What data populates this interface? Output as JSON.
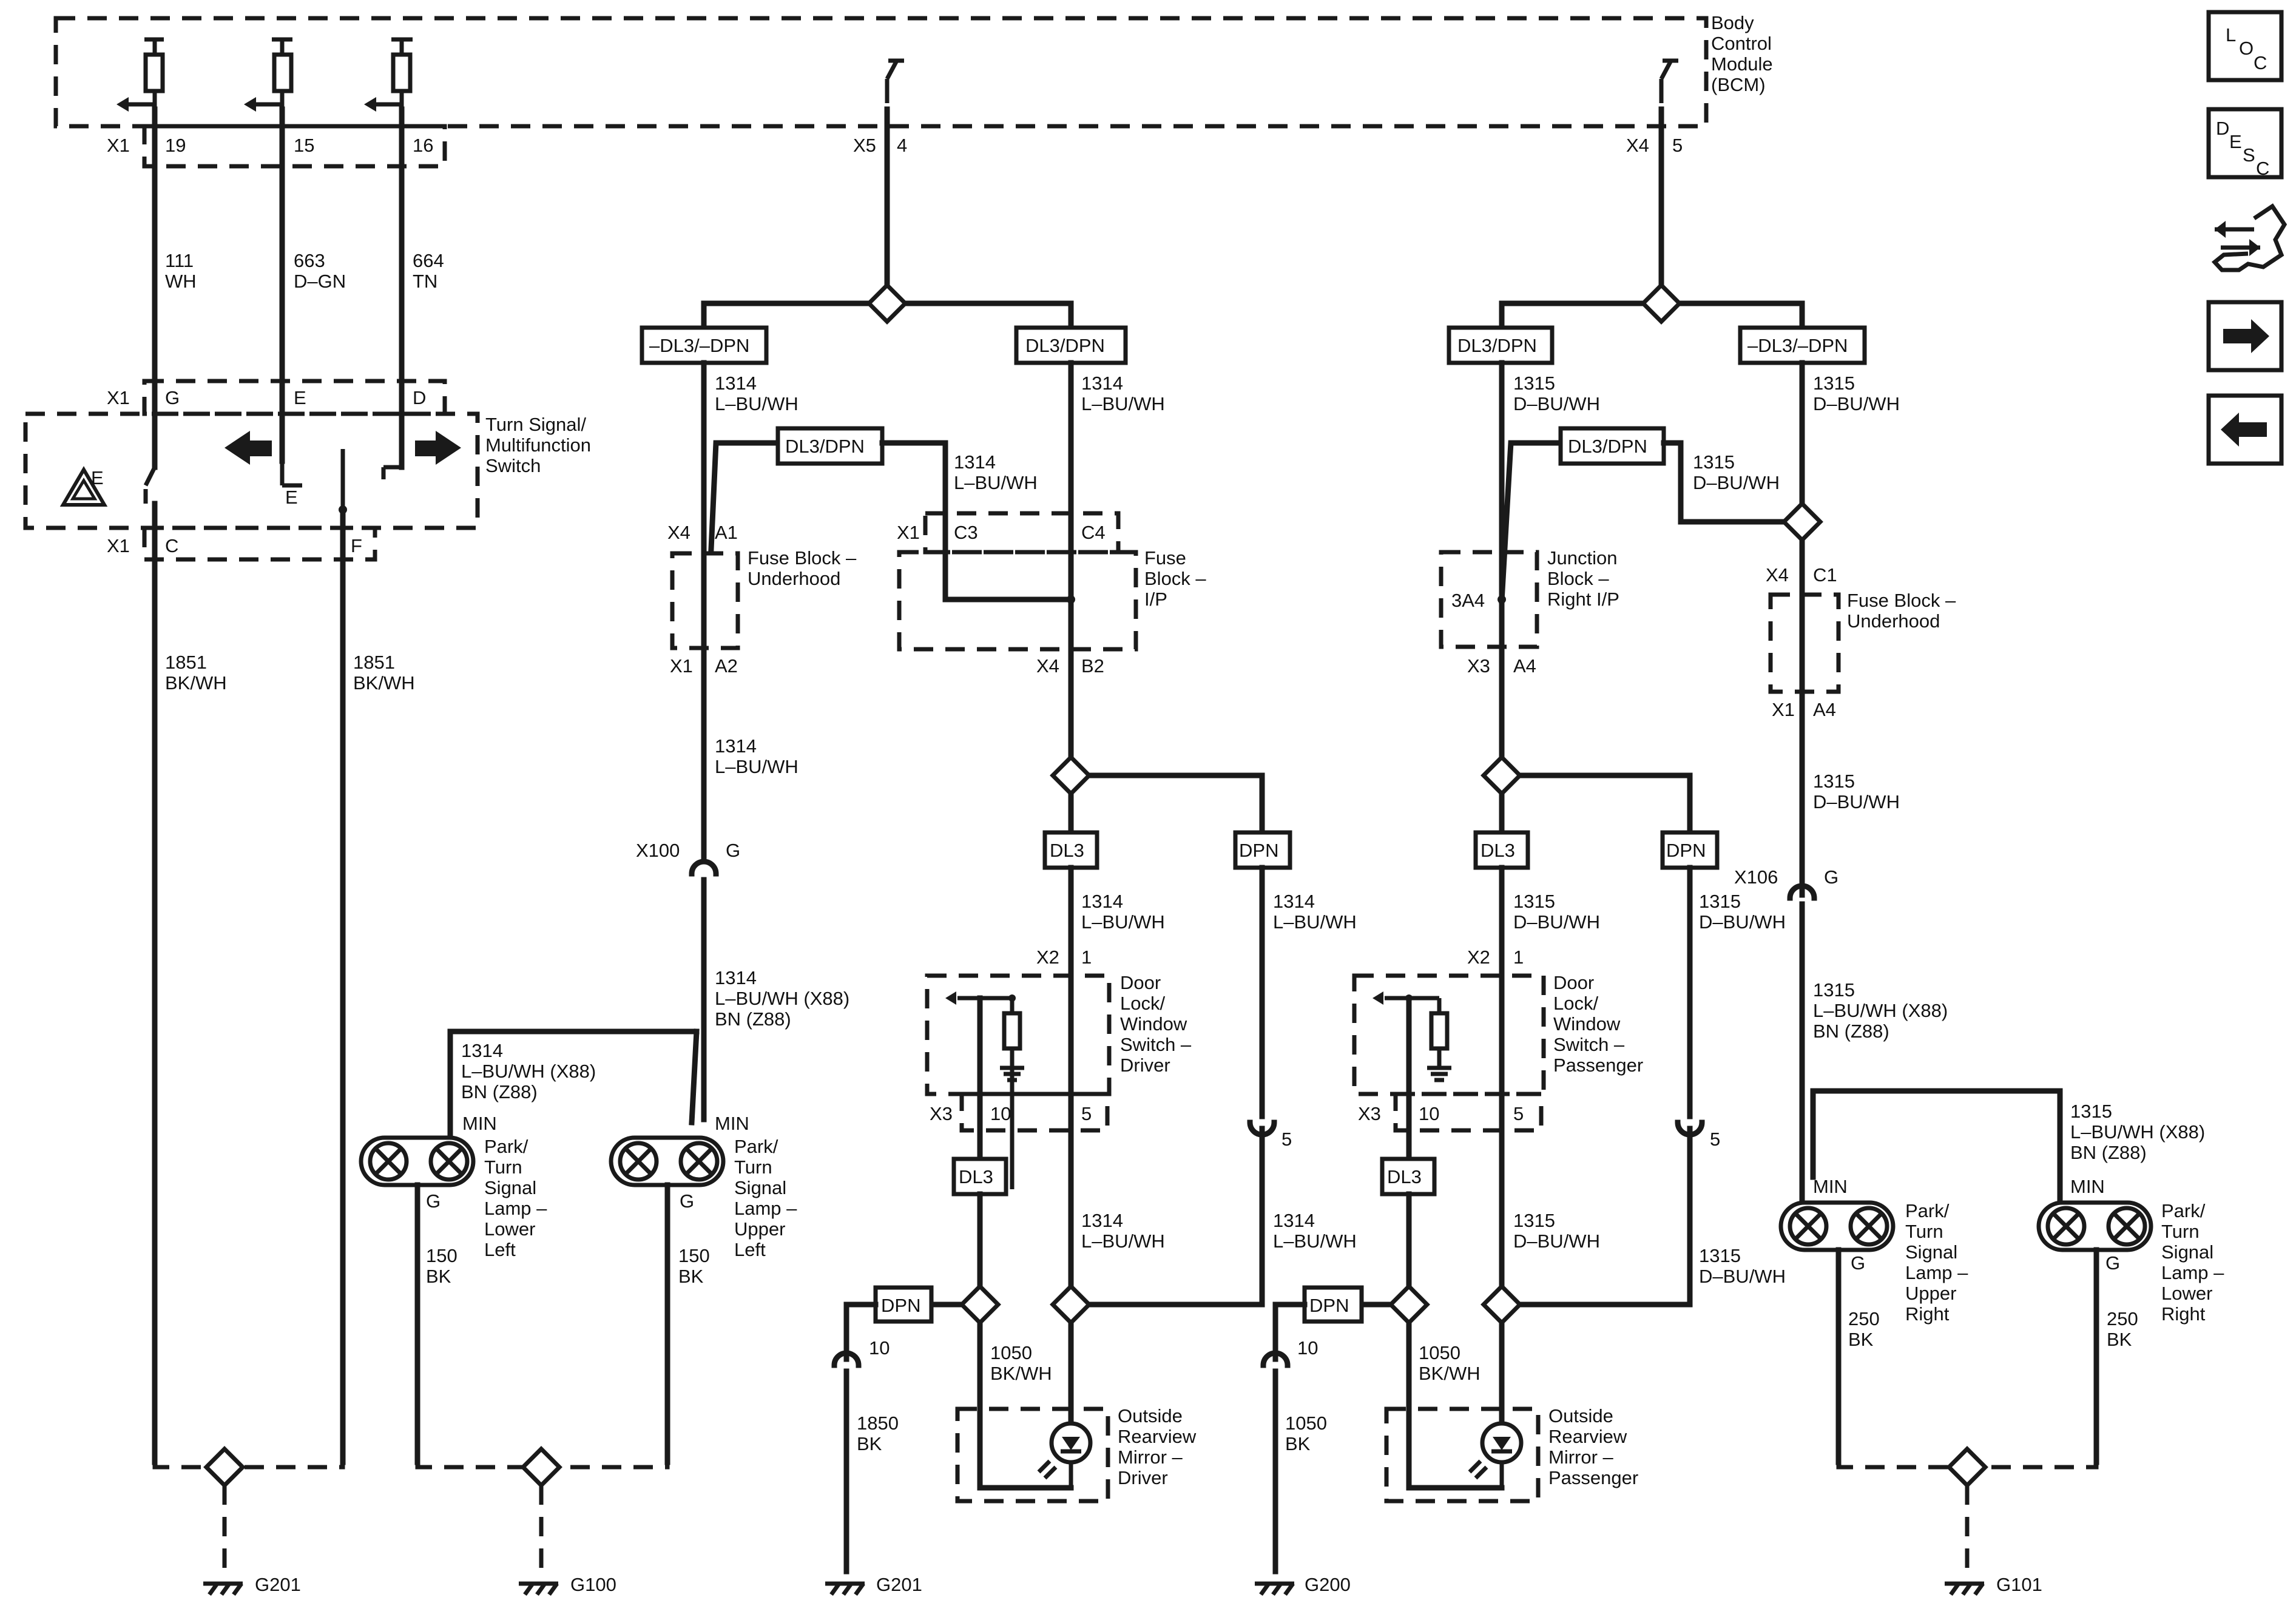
{
  "bcm": {
    "label_lines": [
      "Body",
      "Control",
      "Module",
      "(BCM)"
    ]
  },
  "bcm_pins": {
    "x1": "X1",
    "p19": "19",
    "p15": "15",
    "p16": "16",
    "x5": "X5",
    "p4": "4",
    "x4": "X4",
    "p5": "5"
  },
  "wires_top": {
    "w111": "111",
    "wh": "WH",
    "w663": "663",
    "dgn": "D–GN",
    "w664": "664",
    "tn": "TN"
  },
  "turn_switch": {
    "x1_top": "X1",
    "pin_g": "G",
    "pin_e": "E",
    "pin_d": "D",
    "x1_bot": "X1",
    "pin_c": "C",
    "pin_f": "F",
    "label_lines": [
      "Turn Signal/",
      "Multifunction",
      "Switch"
    ]
  },
  "left_ground": {
    "w1851a": "1851",
    "bkwh_a": "BK/WH",
    "w1851b": "1851",
    "bkwh_b": "BK/WH",
    "g201": "G201"
  },
  "option_boxes": {
    "neg_dl3_dpn": "–DL3/–DPN",
    "dl3_dpn": "DL3/DPN",
    "dl3": "DL3",
    "dpn": "DPN"
  },
  "driver_side": {
    "w1314": "1314",
    "lbuwh": "L–BU/WH",
    "x4": "X4",
    "a1": "A1",
    "x1": "X1",
    "a2": "A2",
    "fuse_underhood": [
      "Fuse Block –",
      "Underhood"
    ],
    "x1_ip": "X1",
    "c3": "C3",
    "c4": "C4",
    "fuse_ip": [
      "Fuse",
      "Block –",
      "I/P"
    ],
    "x4_b": "X4",
    "b2": "B2",
    "x100": "X100",
    "g": "G",
    "w1314_x88": "L–BU/WH (X88)",
    "bn_z88": "BN (Z88)",
    "min": "MIN",
    "pin_g": "G",
    "lamp_upper_left": [
      "Park/",
      "Turn",
      "Signal",
      "Lamp –",
      "Upper",
      "Left"
    ],
    "lamp_lower_left": [
      "Park/",
      "Turn",
      "Signal",
      "Lamp –",
      "Lower",
      "Left"
    ],
    "w150": "150",
    "bk": "BK",
    "g100": "G100",
    "x2": "X2",
    "p1": "1",
    "x3": "X3",
    "p10": "10",
    "p5": "5",
    "door_switch": [
      "Door",
      "Lock/",
      "Window",
      "Switch –",
      "Driver"
    ],
    "w1050": "1050",
    "bkwh": "BK/WH",
    "mirror": [
      "Outside",
      "Rearview",
      "Mirror –",
      "Driver"
    ],
    "w1850": "1850",
    "g201": "G201"
  },
  "passenger_side": {
    "w1315": "1315",
    "dbuwh": "D–BU/WH",
    "junction": [
      "Junction",
      "Block –",
      "Right I/P"
    ],
    "j3a4": "3A4",
    "x3": "X3",
    "a4": "A4",
    "x4": "X4",
    "c1": "C1",
    "x1": "X1",
    "fuse_underhood": [
      "Fuse Block –",
      "Underhood"
    ],
    "x106": "X106",
    "g": "G",
    "lbuwh_x88": "L–BU/WH (X88)",
    "bn_z88": "BN (Z88)",
    "x2": "X2",
    "p1": "1",
    "p10": "10",
    "p5": "5",
    "door_switch": [
      "Door",
      "Lock/",
      "Window",
      "Switch –",
      "Passenger"
    ],
    "w1050": "1050",
    "bkwh": "BK/WH",
    "mirror": [
      "Outside",
      "Rearview",
      "Mirror –",
      "Passenger"
    ],
    "w1050b": "1050",
    "bk": "BK",
    "g200": "G200",
    "min": "MIN",
    "pin_g": "G",
    "lamp_upper_right": [
      "Park/",
      "Turn",
      "Signal",
      "Lamp –",
      "Upper",
      "Right"
    ],
    "lamp_lower_right": [
      "Park/",
      "Turn",
      "Signal",
      "Lamp –",
      "Lower",
      "Right"
    ],
    "w250": "250",
    "g101": "G101"
  },
  "side_icons": {
    "loc": [
      "L",
      "O",
      "C"
    ],
    "desc": [
      "D",
      "E",
      "S",
      "C"
    ],
    "names": [
      "loc-icon",
      "desc-icon",
      "connector-tool-icon",
      "next-arrow-icon",
      "previous-arrow-icon"
    ]
  }
}
